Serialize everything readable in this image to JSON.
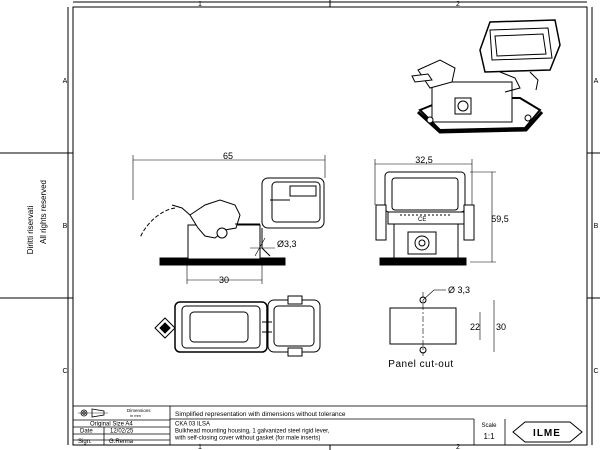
{
  "sheet": {
    "columns": [
      "1",
      "2"
    ],
    "rows": [
      "A",
      "B",
      "C"
    ],
    "side_text_1": "Diritti riservati",
    "side_text_2": "All rights reserved"
  },
  "dimensions": {
    "side_width": "65",
    "side_base": "30",
    "side_hole": "Ø3,3",
    "front_width": "32,5",
    "front_height": "59,5",
    "cutout_hole": "Ø 3,3",
    "cutout_inner": "22",
    "cutout_outer": "30",
    "cutout_label": "Panel cut-out"
  },
  "title_block": {
    "logo_caption_1": "Dimensions",
    "logo_caption_2": "in mm",
    "note": "Simplified representation with dimensions without tolerance",
    "original_size": "Original Size A4",
    "date_label": "Date",
    "date_value": "12/02/25",
    "sign_label": "Sign.",
    "sign_value": "G.Renna",
    "code": "CKA 03 ILSA",
    "desc_1": "Bulkhead mounting housing, 1 galvanized steel rigid lever,",
    "desc_2": "with self-closing cover without gasket (for male inserts)",
    "scale_label": "Scale",
    "scale_value": "1:1",
    "brand": "ILME"
  }
}
